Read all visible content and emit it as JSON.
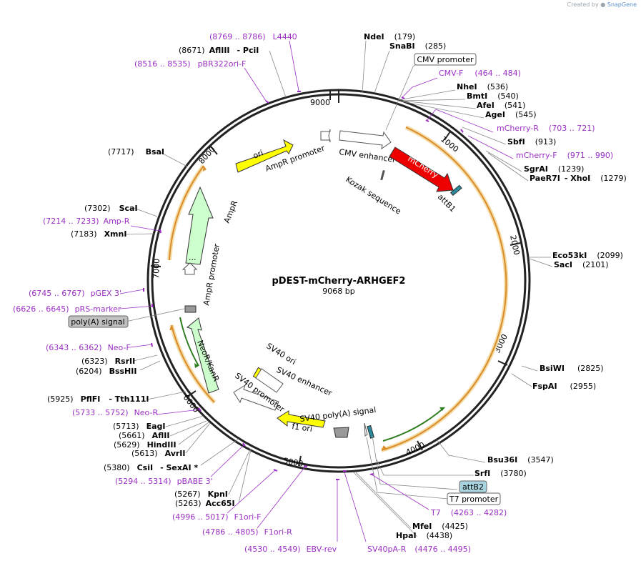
{
  "watermark": {
    "prefix": "Created by",
    "brand": "SnapGene"
  },
  "plasmid": {
    "name": "pDEST-mCherry-ARHGEF2",
    "size": "9068 bp"
  },
  "ticks": [
    "1000",
    "2000",
    "3000",
    "4000",
    "5000",
    "6000",
    "7000",
    "8000",
    "9000"
  ],
  "enzymes_right": [
    {
      "name": "NdeI",
      "pos": "(179)"
    },
    {
      "name": "SnaBI",
      "pos": "(285)"
    },
    {
      "name": "NheI",
      "pos": "(536)"
    },
    {
      "name": "BmtI",
      "pos": "(540)"
    },
    {
      "name": "AfeI",
      "pos": "(541)"
    },
    {
      "name": "AgeI",
      "pos": "(545)"
    },
    {
      "name": "SbfI",
      "pos": "(913)"
    },
    {
      "name": "SgrAI",
      "pos": "(1239)"
    },
    {
      "name": "PaeR7I",
      "name2": "- XhoI",
      "pos": "(1279)"
    },
    {
      "name": "Eco53kI",
      "pos": "(2099)"
    },
    {
      "name": "SacI",
      "pos": "(2101)"
    },
    {
      "name": "BsiWI",
      "pos": "(2825)"
    },
    {
      "name": "FspAI",
      "pos": "(2955)"
    },
    {
      "name": "Bsu36I",
      "pos": "(3547)"
    },
    {
      "name": "SrfI",
      "pos": "(3780)"
    },
    {
      "name": "MfeI",
      "pos": "(4425)"
    },
    {
      "name": "HpaI",
      "pos": "(4438)"
    }
  ],
  "enzymes_left": [
    {
      "pos": "(8671)",
      "name": "AflIII",
      "name2": "- PciI"
    },
    {
      "pos": "(7717)",
      "name": "BsaI"
    },
    {
      "pos": "(7302)",
      "name": "ScaI"
    },
    {
      "pos": "(7183)",
      "name": "XmnI"
    },
    {
      "pos": "(6323)",
      "name": "RsrII"
    },
    {
      "pos": "(6204)",
      "name": "BssHII"
    },
    {
      "pos": "(5925)",
      "name": "PflFI",
      "name2": "- Tth111I"
    },
    {
      "pos": "(5713)",
      "name": "EagI"
    },
    {
      "pos": "(5661)",
      "name": "AflII"
    },
    {
      "pos": "(5629)",
      "name": "HindIII"
    },
    {
      "pos": "(5613)",
      "name": "AvrII"
    },
    {
      "pos": "(5380)",
      "name": "CsiI",
      "name2": "- SexAI *"
    },
    {
      "pos": "(5267)",
      "name": "KpnI"
    },
    {
      "pos": "(5263)",
      "name": "Acc65I"
    }
  ],
  "primers": [
    {
      "coords": "(8769 .. 8786)",
      "name": "L4440"
    },
    {
      "coords": "(8516 .. 8535)",
      "name": "pBR322ori-F"
    },
    {
      "name": "CMV-F",
      "coords": "(464 .. 484)"
    },
    {
      "name": "mCherry-R",
      "coords": "(703 .. 721)"
    },
    {
      "name": "mCherry-F",
      "coords": "(971 .. 990)"
    },
    {
      "coords": "(7214 .. 7233)",
      "name": "Amp-R"
    },
    {
      "coords": "(6745 .. 6767)",
      "name": "pGEX 3'"
    },
    {
      "coords": "(6626 .. 6645)",
      "name": "pRS-marker"
    },
    {
      "coords": "(6343 .. 6362)",
      "name": "Neo-F"
    },
    {
      "coords": "(5733 .. 5752)",
      "name": "Neo-R"
    },
    {
      "coords": "(5294 .. 5314)",
      "name": "pBABE 3'"
    },
    {
      "coords": "(4996 .. 5017)",
      "name": "F1ori-F"
    },
    {
      "coords": "(4786 .. 4805)",
      "name": "F1ori-R"
    },
    {
      "coords": "(4530 .. 4549)",
      "name": "EBV-rev"
    },
    {
      "name": "SV40pA-R",
      "coords": "(4476 .. 4495)"
    },
    {
      "name": "T7",
      "coords": "(4263 .. 4282)"
    }
  ],
  "boxed_features": {
    "cmv_promoter": "CMV promoter",
    "polya_signal": "poly(A) signal",
    "attb2": "attB2",
    "t7_promoter": "T7 promoter"
  },
  "features": {
    "ori": "ori",
    "ampr_promoter_top": "AmpR promoter",
    "cmv_enhancer": "CMV enhancer",
    "mcherry": "mCherry",
    "kozak": "Kozak sequence",
    "attb1": "attB1",
    "ampr": "AmpR",
    "ampr_promoter_left": "AmpR promoter",
    "neor": "NeoR/KanR",
    "sv40_ori": "SV40 ori",
    "sv40_enhancer": "SV40 enhancer",
    "sv40_promoter": "SV40 promoter",
    "sv40_polya": "SV40 poly(A) signal",
    "f1_ori": "f1 ori",
    "ellipsis": "..."
  },
  "colors": {
    "backbone": "#222222",
    "enzyme": "#000000",
    "primer": "#9b2fc4",
    "mcherry": "#ee0000",
    "ori": "#ffff00",
    "ampr_fill": "#ccffcc",
    "orf_orange": "#d98c2a",
    "orf_green": "#2e7d1e",
    "attb": "#2c8a9e",
    "gray": "#999999"
  }
}
